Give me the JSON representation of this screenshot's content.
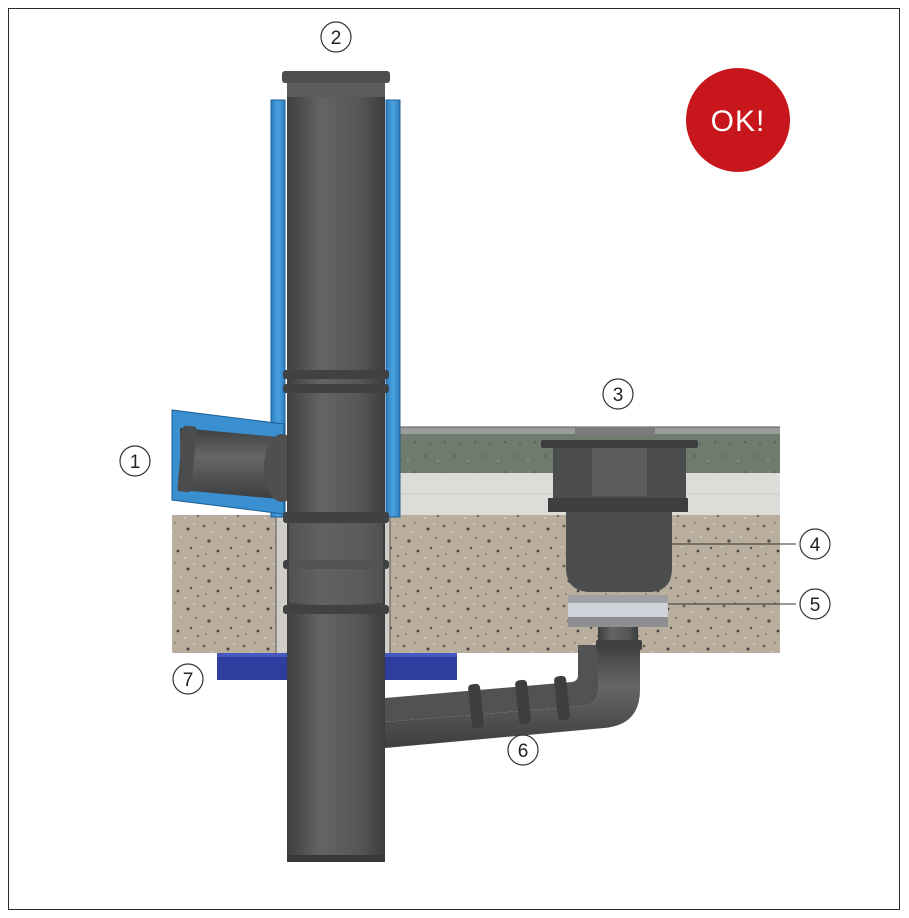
{
  "badge": {
    "text": "OK!",
    "color": "#c8161d"
  },
  "callouts": [
    "1",
    "2",
    "3",
    "4",
    "5",
    "6",
    "7"
  ],
  "colors": {
    "pipe": "#555759",
    "pipe_dark": "#3e4042",
    "insulation": "#3a8fd0",
    "concrete": "#b8ab9b",
    "screed": "#6e7a6e",
    "fire_collar": "#2e3e9e"
  }
}
